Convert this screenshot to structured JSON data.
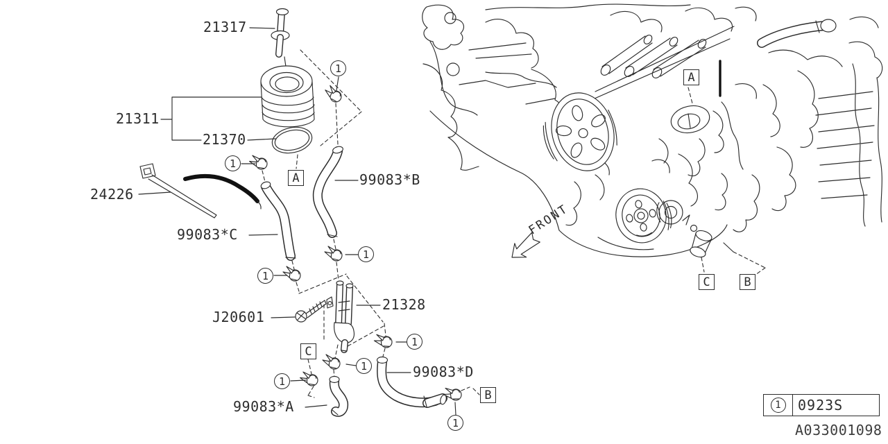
{
  "diagram": {
    "front_label": "FRONT",
    "drawing_number": "A033001098",
    "callout": "1",
    "ref_boxes": {
      "A": "A",
      "B": "B",
      "C": "C"
    },
    "part_labels": {
      "p21317": "21317",
      "p21311": "21311",
      "p21370": "21370",
      "p24226": "24226",
      "p99083C": "99083*C",
      "p99083B": "99083*B",
      "pJ20601": "J20601",
      "p21328": "21328",
      "p99083A": "99083*A",
      "p99083D": "99083*D"
    },
    "legend": {
      "callout": "1",
      "code": "0923S"
    }
  }
}
